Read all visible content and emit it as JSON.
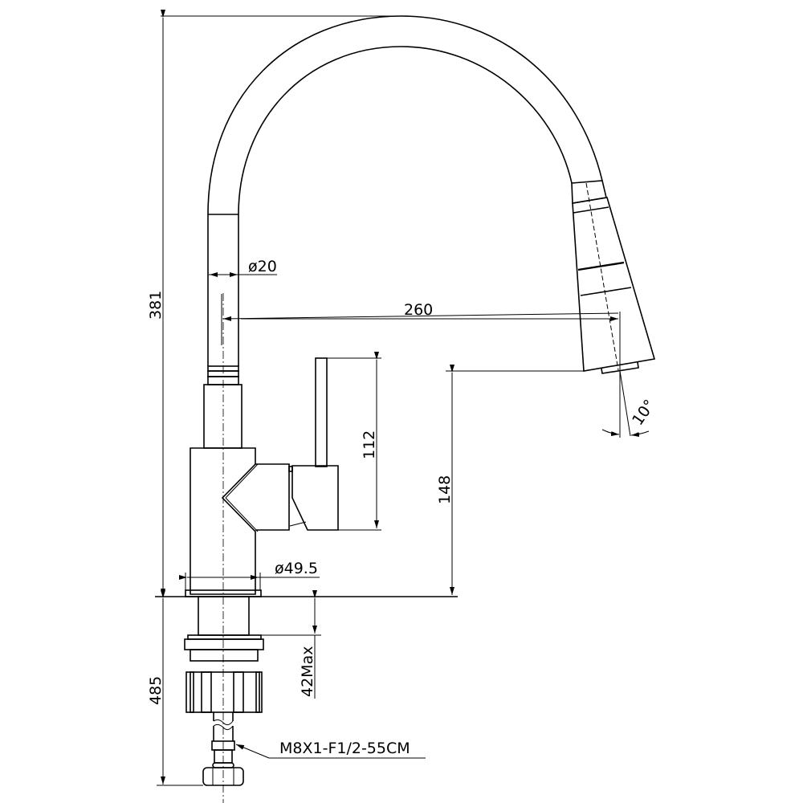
{
  "drawing": {
    "subject": "Kitchen faucet with pull-down spray head",
    "background_color": "#ffffff",
    "line_color": "#000000"
  },
  "dimensions": {
    "total_height": "381",
    "spout_reach": "260",
    "hose_diameter": "ø20",
    "handle_height": "112",
    "spout_clearance": "148",
    "body_diameter": "ø49.5",
    "below_deck_length": "485",
    "max_deck_thickness": "42Max",
    "spray_angle": "10°"
  },
  "callouts": {
    "supply_hose": "M8X1-F1/2-55CM"
  }
}
